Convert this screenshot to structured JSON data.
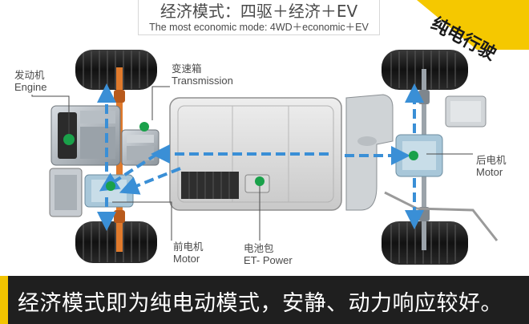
{
  "title": {
    "zh": "经济模式：四驱＋经济＋EV",
    "en": "The most economic mode: 4WD＋economic＋EV"
  },
  "badge": "纯电行驶",
  "labels": {
    "engine": {
      "zh": "发动机",
      "en": "Engine"
    },
    "transmission": {
      "zh": "变速箱",
      "en": "Transmission"
    },
    "rear_motor": {
      "zh": "后电机",
      "en": "Motor"
    },
    "front_motor": {
      "zh": "前电机",
      "en": "Motor"
    },
    "battery": {
      "zh": "电池包",
      "en": "ET- Power"
    }
  },
  "caption": "经济模式即为纯电动模式，安静、动力响应较好。",
  "colors": {
    "accent_green": "#1aa14a",
    "flow_blue": "#3a8fd6",
    "badge_yellow": "#f5c800",
    "caption_bg": "#1f1f1f",
    "axle_orange": "#e07a2c"
  }
}
